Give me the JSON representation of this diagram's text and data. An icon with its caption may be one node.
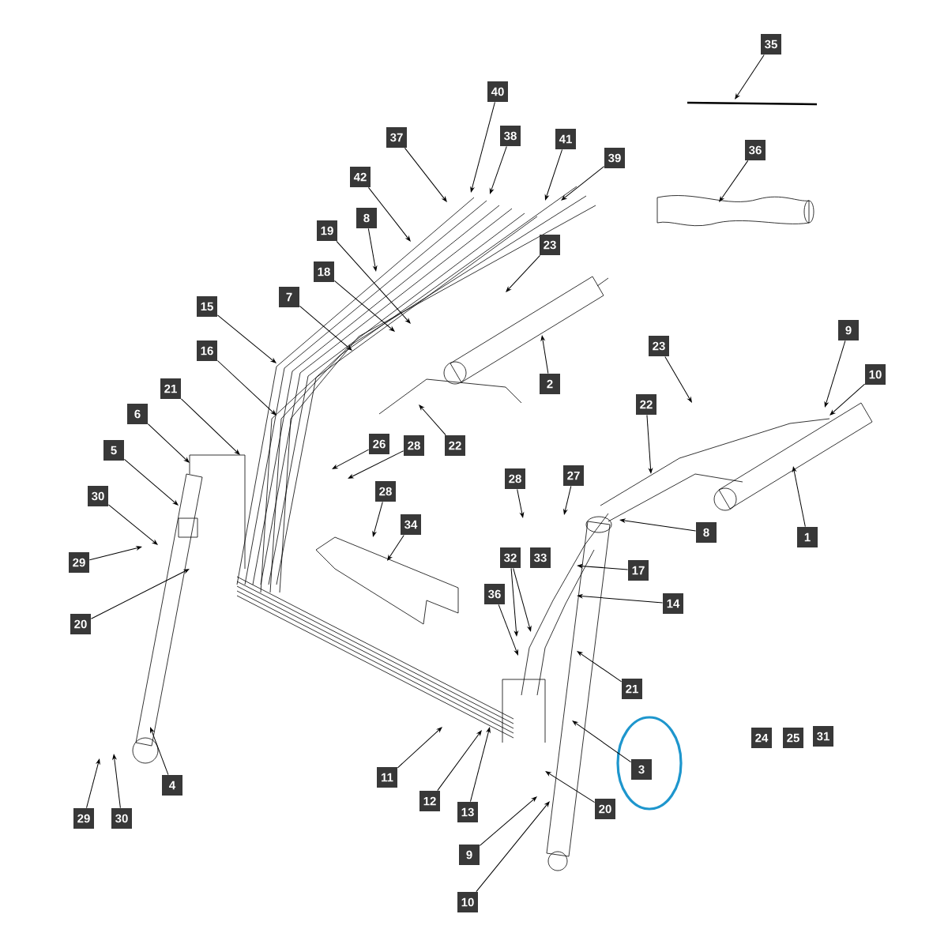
{
  "diagram": {
    "nodes": [
      {
        "text": [
          "35"
        ]
      },
      {
        "text": [
          "36"
        ]
      },
      {
        "text": [
          "40"
        ]
      },
      {
        "text": [
          "37"
        ]
      },
      {
        "text": [
          "38"
        ]
      },
      {
        "text": [
          "41"
        ]
      },
      {
        "text": [
          "39"
        ]
      },
      {
        "text": [
          "42"
        ]
      },
      {
        "text": [
          "8"
        ]
      },
      {
        "text": [
          "19"
        ]
      },
      {
        "text": [
          "18"
        ]
      },
      {
        "text": [
          "23"
        ]
      },
      {
        "text": [
          "7"
        ]
      },
      {
        "text": [
          "15"
        ]
      },
      {
        "text": [
          "23"
        ]
      },
      {
        "text": [
          "16"
        ]
      },
      {
        "text": [
          "9"
        ]
      },
      {
        "text": [
          "10"
        ]
      },
      {
        "text": [
          "2"
        ]
      },
      {
        "text": [
          "21"
        ]
      },
      {
        "text": [
          "22"
        ]
      },
      {
        "text": [
          "6"
        ]
      },
      {
        "text": [
          "26"
        ]
      },
      {
        "text": [
          "28"
        ]
      },
      {
        "text": [
          "22"
        ]
      },
      {
        "text": [
          "5"
        ]
      },
      {
        "text": [
          "28"
        ]
      },
      {
        "text": [
          "27"
        ]
      },
      {
        "text": [
          "28"
        ]
      },
      {
        "text": [
          "30"
        ]
      },
      {
        "text": [
          "34"
        ]
      },
      {
        "text": [
          "8"
        ]
      },
      {
        "text": [
          "1"
        ]
      },
      {
        "text": [
          "32"
        ]
      },
      {
        "text": [
          "29"
        ]
      },
      {
        "text": [
          "17"
        ]
      },
      {
        "text": [
          "36"
        ]
      },
      {
        "text": [
          "14"
        ]
      },
      {
        "text": [
          "20"
        ]
      },
      {
        "text": [
          "21"
        ]
      },
      {
        "text": [
          "3"
        ]
      },
      {
        "text": [
          "11"
        ]
      },
      {
        "text": [
          "4"
        ]
      },
      {
        "text": [
          "13"
        ]
      },
      {
        "text": [
          "12"
        ]
      },
      {
        "text": [
          "20"
        ]
      },
      {
        "text": [
          "29"
        ]
      },
      {
        "text": [
          "30"
        ]
      },
      {
        "text": [
          "9"
        ]
      },
      {
        "text": [
          "10"
        ]
      },
      {
        "text": [
          "33"
        ]
      },
      {
        "text": [
          "24"
        ]
      },
      {
        "text": [
          "25"
        ]
      },
      {
        "text": [
          "31"
        ]
      }
    ],
    "edges": [
      {
        "from": 0,
        "to": null,
        "arrow": "to"
      },
      {
        "from": 1,
        "to": null,
        "arrow": "to"
      },
      {
        "from": 2,
        "to": null,
        "arrow": "to"
      },
      {
        "from": 3,
        "to": null,
        "arrow": "to"
      },
      {
        "from": 4,
        "to": null,
        "arrow": "to"
      },
      {
        "from": 5,
        "to": null,
        "arrow": "to"
      },
      {
        "from": 6,
        "to": null,
        "arrow": "to"
      },
      {
        "from": 7,
        "to": null,
        "arrow": "to"
      },
      {
        "from": 8,
        "to": null,
        "arrow": "to"
      },
      {
        "from": 9,
        "to": null,
        "arrow": "to"
      },
      {
        "from": 10,
        "to": null,
        "arrow": "to"
      },
      {
        "from": 11,
        "to": null,
        "arrow": "to"
      },
      {
        "from": 12,
        "to": null,
        "arrow": "to"
      },
      {
        "from": 13,
        "to": null,
        "arrow": "to"
      },
      {
        "from": 14,
        "to": null,
        "arrow": "to"
      },
      {
        "from": 15,
        "to": null,
        "arrow": "to"
      },
      {
        "from": 16,
        "to": null,
        "arrow": "to"
      },
      {
        "from": 17,
        "to": null,
        "arrow": "to"
      },
      {
        "from": 18,
        "to": null,
        "arrow": "to"
      },
      {
        "from": 19,
        "to": null,
        "arrow": "to"
      },
      {
        "from": 20,
        "to": null,
        "arrow": "to"
      },
      {
        "from": 21,
        "to": null,
        "arrow": "to"
      },
      {
        "from": 22,
        "to": null,
        "arrow": "to"
      },
      {
        "from": 23,
        "to": null,
        "arrow": "to"
      },
      {
        "from": 24,
        "to": null,
        "arrow": "to"
      },
      {
        "from": 25,
        "to": null,
        "arrow": "to"
      },
      {
        "from": 26,
        "to": null,
        "arrow": "to"
      },
      {
        "from": 27,
        "to": null,
        "arrow": "to"
      },
      {
        "from": 28,
        "to": null,
        "arrow": "to"
      },
      {
        "from": 29,
        "to": null,
        "arrow": "to"
      },
      {
        "from": 30,
        "to": null,
        "arrow": "to"
      },
      {
        "from": 31,
        "to": null,
        "arrow": "to"
      },
      {
        "from": 32,
        "to": null,
        "arrow": "to"
      },
      {
        "from": 33,
        "to": null,
        "arrow": "to"
      },
      {
        "from": 34,
        "to": null,
        "arrow": "to"
      },
      {
        "from": 35,
        "to": null,
        "arrow": "to"
      },
      {
        "from": 36,
        "to": null,
        "arrow": "to"
      },
      {
        "from": 37,
        "to": null,
        "arrow": "to"
      },
      {
        "from": 38,
        "to": null,
        "arrow": "to"
      },
      {
        "from": 39,
        "to": null,
        "arrow": "to"
      },
      {
        "from": 40,
        "to": null,
        "arrow": "to"
      },
      {
        "from": 41,
        "to": null,
        "arrow": "to"
      },
      {
        "from": 42,
        "to": null,
        "arrow": "to"
      },
      {
        "from": 43,
        "to": null,
        "arrow": "to"
      },
      {
        "from": 44,
        "to": null,
        "arrow": "to"
      },
      {
        "from": 45,
        "to": null,
        "arrow": "to"
      },
      {
        "from": 46,
        "to": null,
        "arrow": "to"
      },
      {
        "from": 47,
        "to": null,
        "arrow": "to"
      },
      {
        "from": 48,
        "to": null,
        "arrow": "to"
      },
      {
        "from": 49,
        "to": null,
        "arrow": "to"
      },
      {
        "from": 33,
        "to": null,
        "arrow": "to"
      }
    ]
  }
}
